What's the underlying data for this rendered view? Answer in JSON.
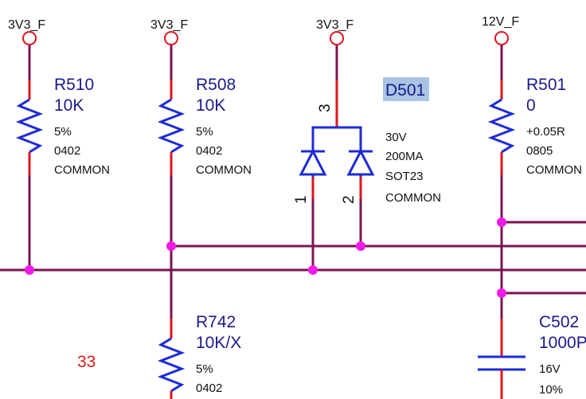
{
  "power_nets": {
    "r510": "3V3_F",
    "r508": "3V3_F",
    "d501": "3V3_F",
    "r501": "12V_F"
  },
  "components": {
    "r510": {
      "ref": "R510",
      "value": "10K",
      "tolerance": "5%",
      "package": "0402",
      "group": "COMMON"
    },
    "r508": {
      "ref": "R508",
      "value": "10K",
      "tolerance": "5%",
      "package": "0402",
      "group": "COMMON"
    },
    "d501": {
      "ref": "D501",
      "voltage": "30V",
      "current": "200MA",
      "package": "SOT23",
      "group": "COMMON",
      "pins": [
        "3",
        "1",
        "2"
      ]
    },
    "r501": {
      "ref": "R501",
      "value": "0",
      "tolerance": "+0.05R",
      "package": "0805",
      "group": "COMMON"
    },
    "r742": {
      "ref": "R742",
      "value": "10K/X",
      "tolerance": "5%",
      "package": "0402"
    },
    "c502": {
      "ref": "C502",
      "value": "1000P",
      "voltage": "16V",
      "tolerance": "10%"
    }
  },
  "annotation": "33",
  "colors": {
    "wire": "#7a1450",
    "pin_stub": "#e0141e",
    "symbol_body": "#1d2bd9",
    "junction": "#f21ae8",
    "ref_text": "#1a1a8c",
    "selection_highlight": "#a9c4e4"
  }
}
